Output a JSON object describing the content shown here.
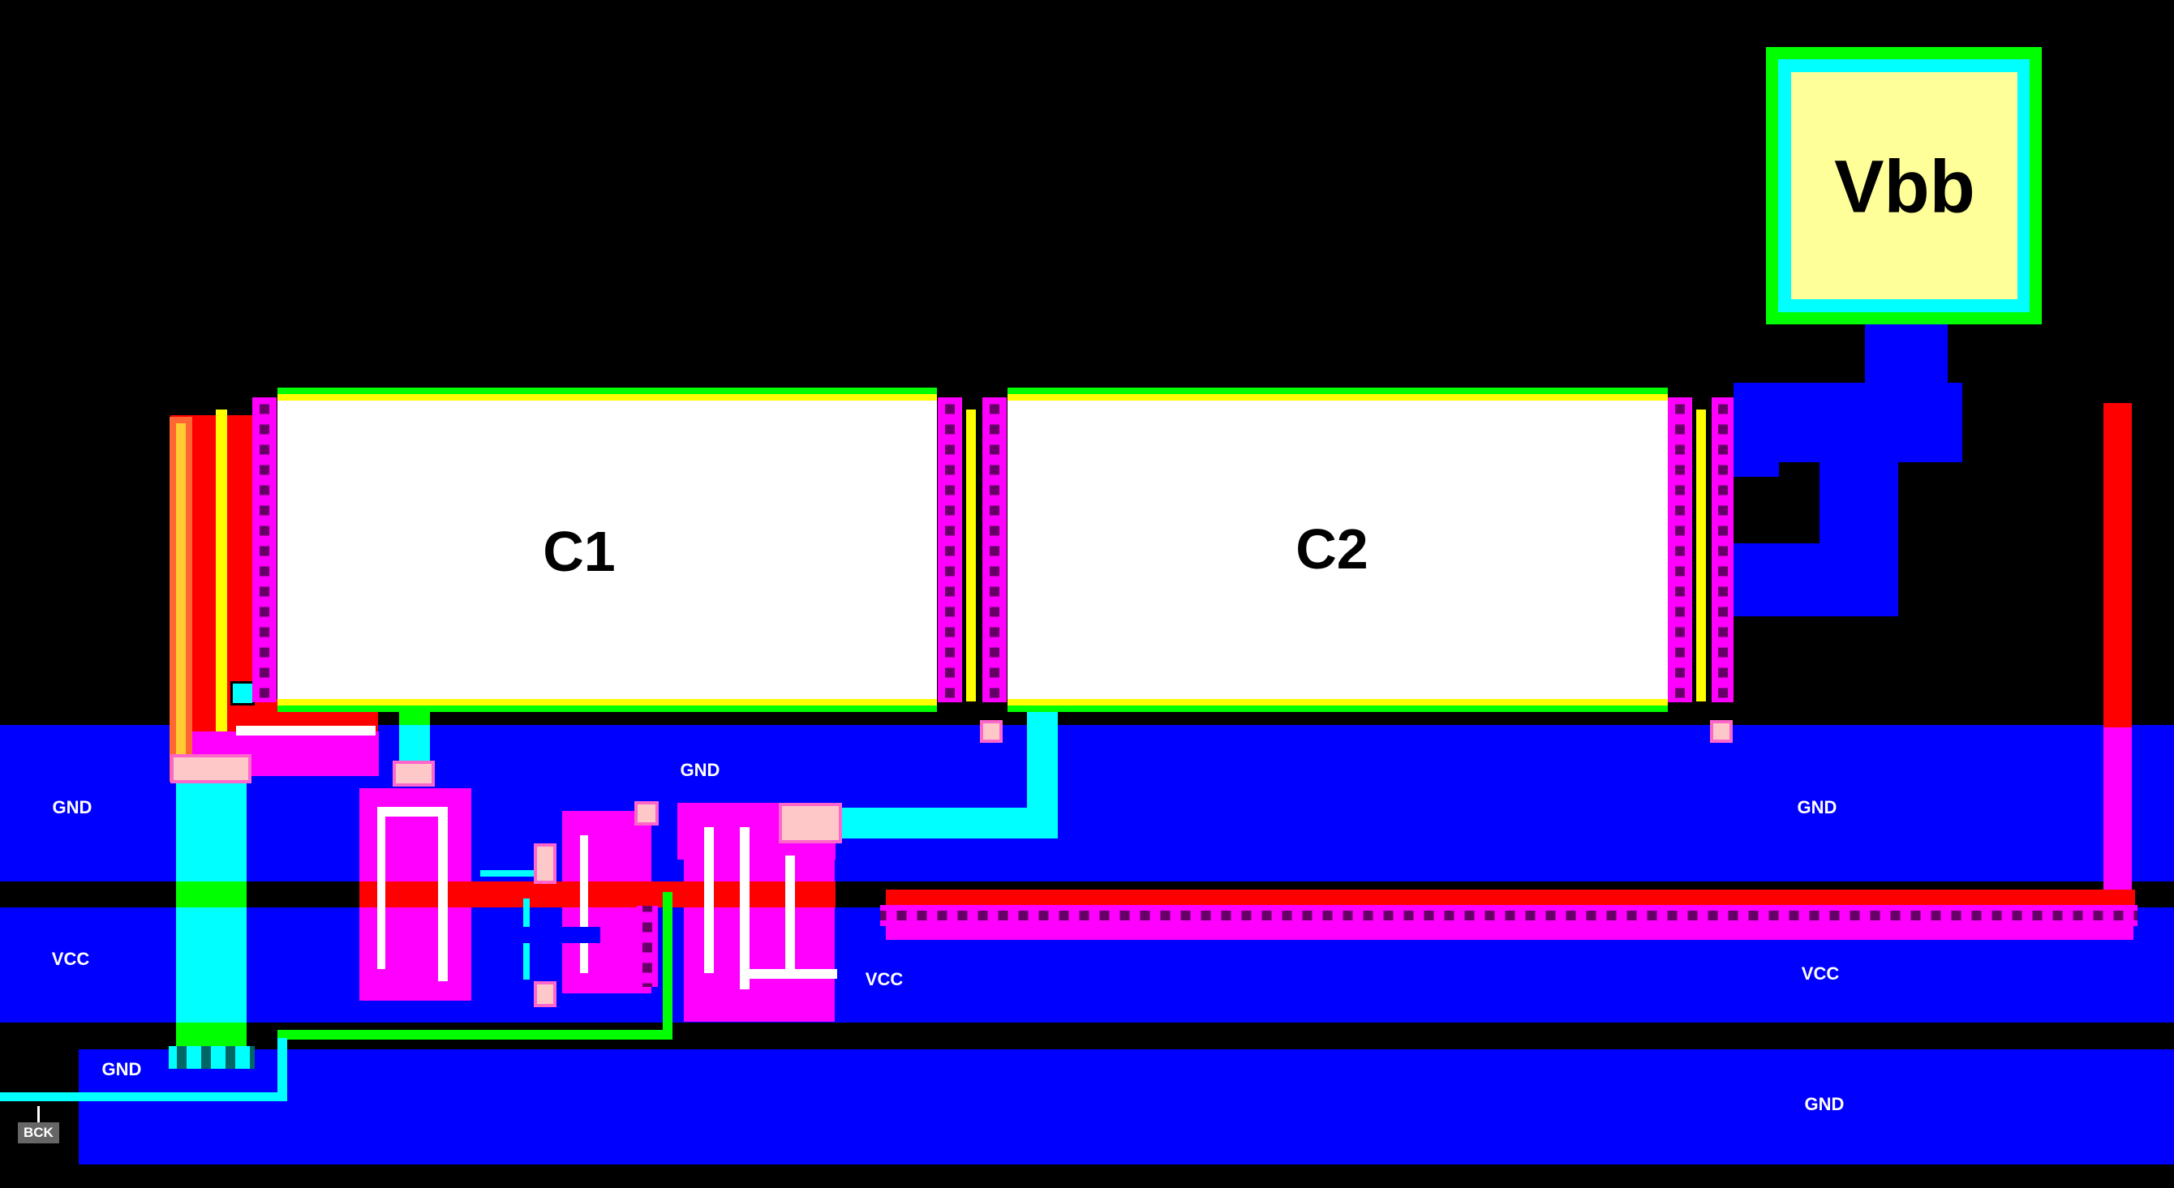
{
  "cells": {
    "c1": "C1",
    "c2": "C2",
    "vbb": "Vbb"
  },
  "rail_labels": [
    "GND",
    "VCC",
    "GND",
    "VCC",
    "GND",
    "VCC",
    "GND",
    "GND"
  ],
  "port": {
    "label": "BCK"
  },
  "colors": {
    "metal1": "#0000ff",
    "poly": "#ff0000",
    "diffusion": "#ff00ff",
    "metal2": "#00ffff",
    "via": "#00ff00",
    "background": "#000000"
  }
}
